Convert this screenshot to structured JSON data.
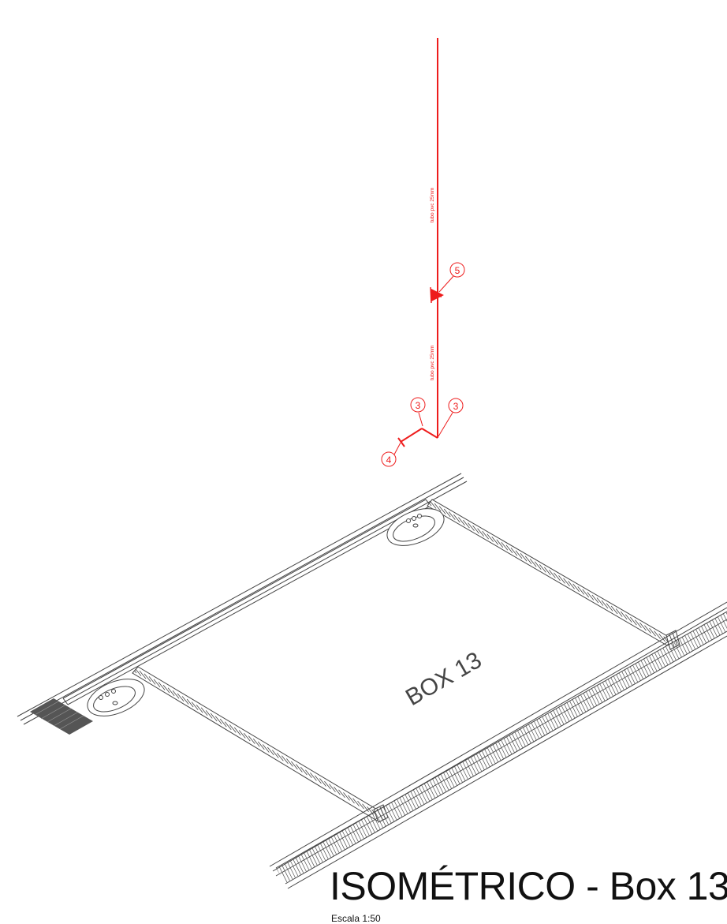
{
  "drawing": {
    "title": "ISOMÉTRICO - Box 13",
    "scale": "Escala 1:50",
    "room_label": "BOX 13",
    "pipe_labels": {
      "upper": "tubo pvc 25mm",
      "lower": "tubo pvc 25mm"
    },
    "markers": [
      "5",
      "3",
      "3",
      "4"
    ],
    "colors": {
      "pipe": "#ee1c1c",
      "lines": "#444444",
      "fill_dark": "#555555",
      "background": "#ffffff"
    }
  }
}
